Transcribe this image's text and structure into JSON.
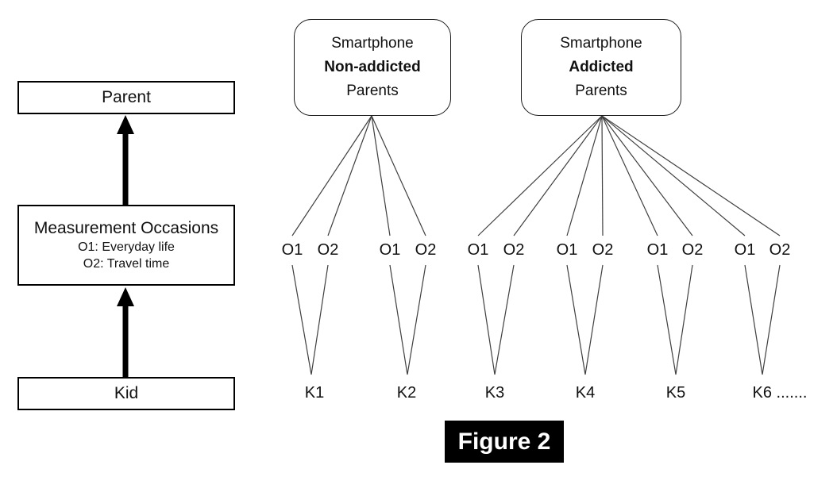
{
  "figure": {
    "caption": "Figure 2"
  },
  "left_flow": {
    "parent_label": "Parent",
    "measurement_title": "Measurement Occasions",
    "measurement_sub1": "O1: Everyday life",
    "measurement_sub2": "O2: Travel time",
    "kid_label": "Kid"
  },
  "groups": [
    {
      "line1": "Smartphone",
      "line2": "Non-addicted",
      "line3": "Parents",
      "pair_count": 2
    },
    {
      "line1": "Smartphone",
      "line2": "Addicted",
      "line3": "Parents",
      "pair_count": 4
    }
  ],
  "occasions": {
    "o1": "O1",
    "o2": "O2"
  },
  "kids": [
    "K1",
    "K2",
    "K3",
    "K4",
    "K5",
    "K6 ......."
  ],
  "colors": {
    "background": "#ffffff",
    "line": "#3f3f3f",
    "arrow": "#000000",
    "box_border": "#000000",
    "caption_bg": "#000000",
    "caption_fg": "#ffffff"
  }
}
